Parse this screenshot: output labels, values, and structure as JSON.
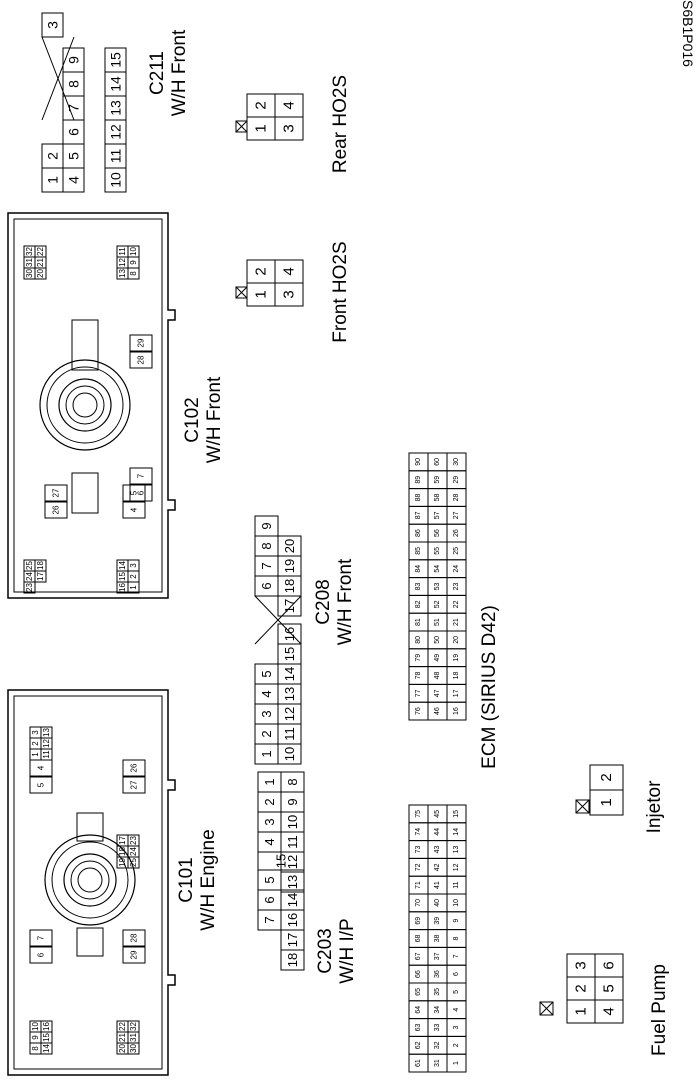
{
  "figure_code": "S6B1P016",
  "connectors": {
    "c101": {
      "name": "C101",
      "harness": "W/H Engine",
      "pins": [
        "1",
        "2",
        "3",
        "11",
        "12",
        "13",
        "5",
        "4",
        "27",
        "26",
        "17",
        "18",
        "19",
        "23",
        "24",
        "25",
        "6",
        "7",
        "29",
        "28",
        "8",
        "9",
        "10",
        "14",
        "15",
        "16",
        "20",
        "21",
        "22",
        "30",
        "31",
        "32"
      ]
    },
    "c102": {
      "name": "C102",
      "harness": "W/H Front",
      "pins": [
        "32",
        "31",
        "30",
        "22",
        "21",
        "20",
        "29",
        "28",
        "7",
        "6",
        "11",
        "12",
        "13",
        "10",
        "9",
        "8",
        "27",
        "26",
        "5",
        "4",
        "25",
        "24",
        "23",
        "18",
        "17",
        "14",
        "15",
        "16",
        "3",
        "2",
        "1"
      ]
    },
    "c203": {
      "name": "C203",
      "harness": "W/H I/P",
      "pins": [
        "1",
        "2",
        "3",
        "4",
        "5",
        "6",
        "7",
        "8",
        "9",
        "10",
        "11",
        "12",
        "13",
        "14",
        "15",
        "16",
        "17",
        "18"
      ]
    },
    "c208": {
      "name": "C208",
      "harness": "W/H Front",
      "pins": [
        "1",
        "2",
        "3",
        "4",
        "5",
        "6",
        "7",
        "8",
        "9",
        "10",
        "11",
        "12",
        "13",
        "14",
        "15",
        "16",
        "17",
        "18",
        "19",
        "20"
      ]
    },
    "c211": {
      "name": "C211",
      "harness": "W/H Front",
      "pins": [
        "1",
        "2",
        "3",
        "4",
        "5",
        "6",
        "7",
        "8",
        "9",
        "10",
        "11",
        "12",
        "13",
        "14",
        "15"
      ]
    },
    "front_ho2s": {
      "name": "Front HO2S",
      "pins": [
        "1",
        "2",
        "3",
        "4"
      ]
    },
    "rear_ho2s": {
      "name": "Rear HO2S",
      "pins": [
        "1",
        "2",
        "3",
        "4"
      ]
    },
    "ecm": {
      "name": "ECM (SIRIUS D42)",
      "pins_from": 1,
      "pins_to": 90
    },
    "injector": {
      "name": "Injetor",
      "pins": [
        "1",
        "2"
      ]
    },
    "fuel_pump": {
      "name": "Fuel Pump",
      "pins": [
        "1",
        "2",
        "3",
        "4",
        "5",
        "6"
      ]
    }
  }
}
